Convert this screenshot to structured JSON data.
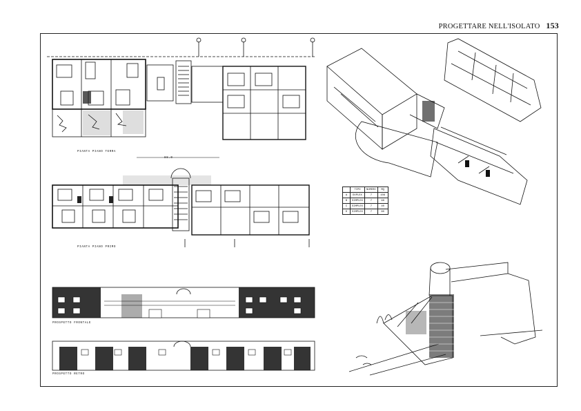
{
  "page": {
    "running_title": "PROGETTARE NELL'ISOLATO",
    "page_number": "153"
  },
  "drawings": {
    "ground_floor_label": "PIANTA PIANO TERRA",
    "first_floor_label": "PIANTA PIANO PRIMO",
    "front_elevation_label": "PROSPETTO FRONTALE",
    "rear_elevation_label": "PROSPETTO RETRO",
    "dimension_label": "88.0"
  },
  "unit_table": {
    "headers": [
      "TIPO",
      "NUMERO",
      "MQ"
    ],
    "rows": [
      [
        "A",
        "DUPLEX",
        "7",
        "108"
      ],
      [
        "B",
        "SIMPLEX",
        "7",
        "98"
      ],
      [
        "C",
        "SIMPLEX",
        "7",
        "40"
      ],
      [
        "D",
        "SIMPLEX",
        "7",
        "80"
      ]
    ]
  }
}
